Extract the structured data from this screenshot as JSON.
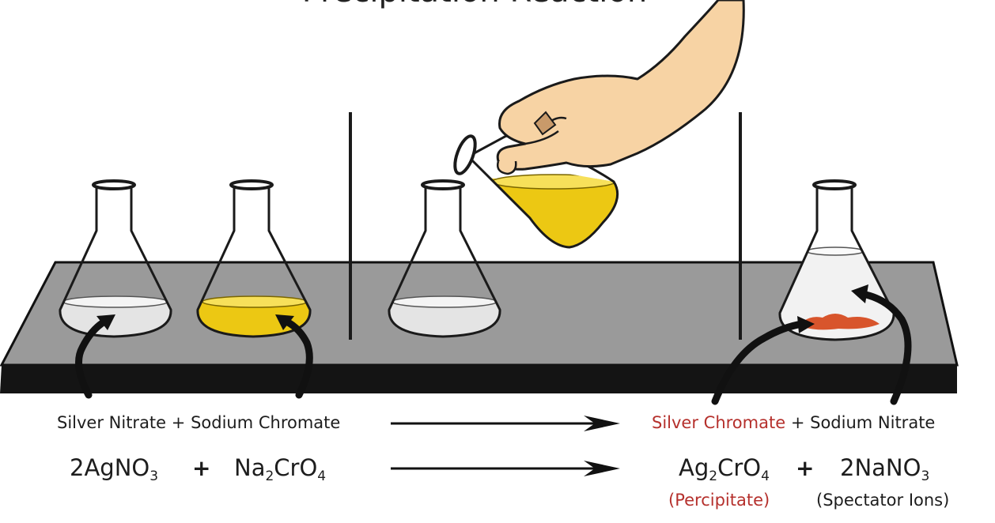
{
  "title": "Precipitation Reaction",
  "word_equation": {
    "reactant_1": "Silver Nitrate",
    "plus_1": "+",
    "reactant_2": "Sodium Chromate",
    "product_1": "Silver Chromate",
    "plus_2": "+",
    "product_2": "Sodium Nitrate"
  },
  "formula_equation": {
    "reactant_1": {
      "prefix": "2AgNO",
      "sub": "3"
    },
    "plus_1": "+",
    "reactant_2": {
      "a": "Na",
      "sub1": "2",
      "b": "CrO",
      "sub2": "4"
    },
    "product_1": {
      "a": "Ag",
      "sub1": "2",
      "b": "CrO",
      "sub2": "4"
    },
    "plus_2": "+",
    "product_2": {
      "prefix": "2NaNO",
      "sub": "3"
    }
  },
  "notes": {
    "precipitate": "(Percipitate)",
    "spectator": "(Spectator Ions)"
  },
  "colors": {
    "bench_top": "#9a9a9a",
    "bench_edge": "#141414",
    "clear_liquid": "#e4e4e4",
    "yellow_liquid": "#ecc813",
    "precipitate": "#d8552c",
    "skin": "#f7d3a4",
    "product_text": "#b5302c"
  }
}
